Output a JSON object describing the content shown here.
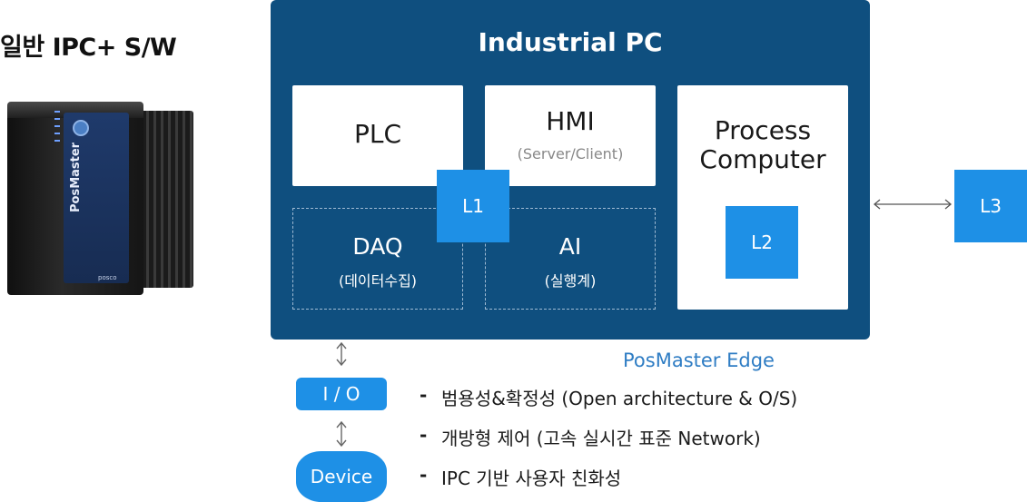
{
  "left_title": "일반 IPC+ S/W",
  "hardware": {
    "brand": "PosMaster",
    "logo": "posco"
  },
  "ipc": {
    "title": "Industrial PC",
    "plc": "PLC",
    "hmi": {
      "label": "HMI",
      "sub": "(Server/Client)"
    },
    "process_computer": {
      "line1": "Process",
      "line2": "Computer"
    },
    "daq": {
      "label": "DAQ",
      "sub": "(데이터수집)"
    },
    "ai": {
      "label": "AI",
      "sub": "(실행계)"
    }
  },
  "levels": {
    "l1": "L1",
    "l2": "L2",
    "l3": "L3"
  },
  "edge_label": "PosMaster Edge",
  "stack": {
    "io": "I / O",
    "device": "Device"
  },
  "features": [
    "범용성&확정성 (Open architecture & O/S)",
    "개방형 제어 (고속 실시간 표준 Network)",
    "IPC 기반  사용자 친화성"
  ],
  "colors": {
    "ipc_bg": "#0f4f7f",
    "accent": "#1e90e6",
    "edge_text": "#2f7dc4"
  }
}
